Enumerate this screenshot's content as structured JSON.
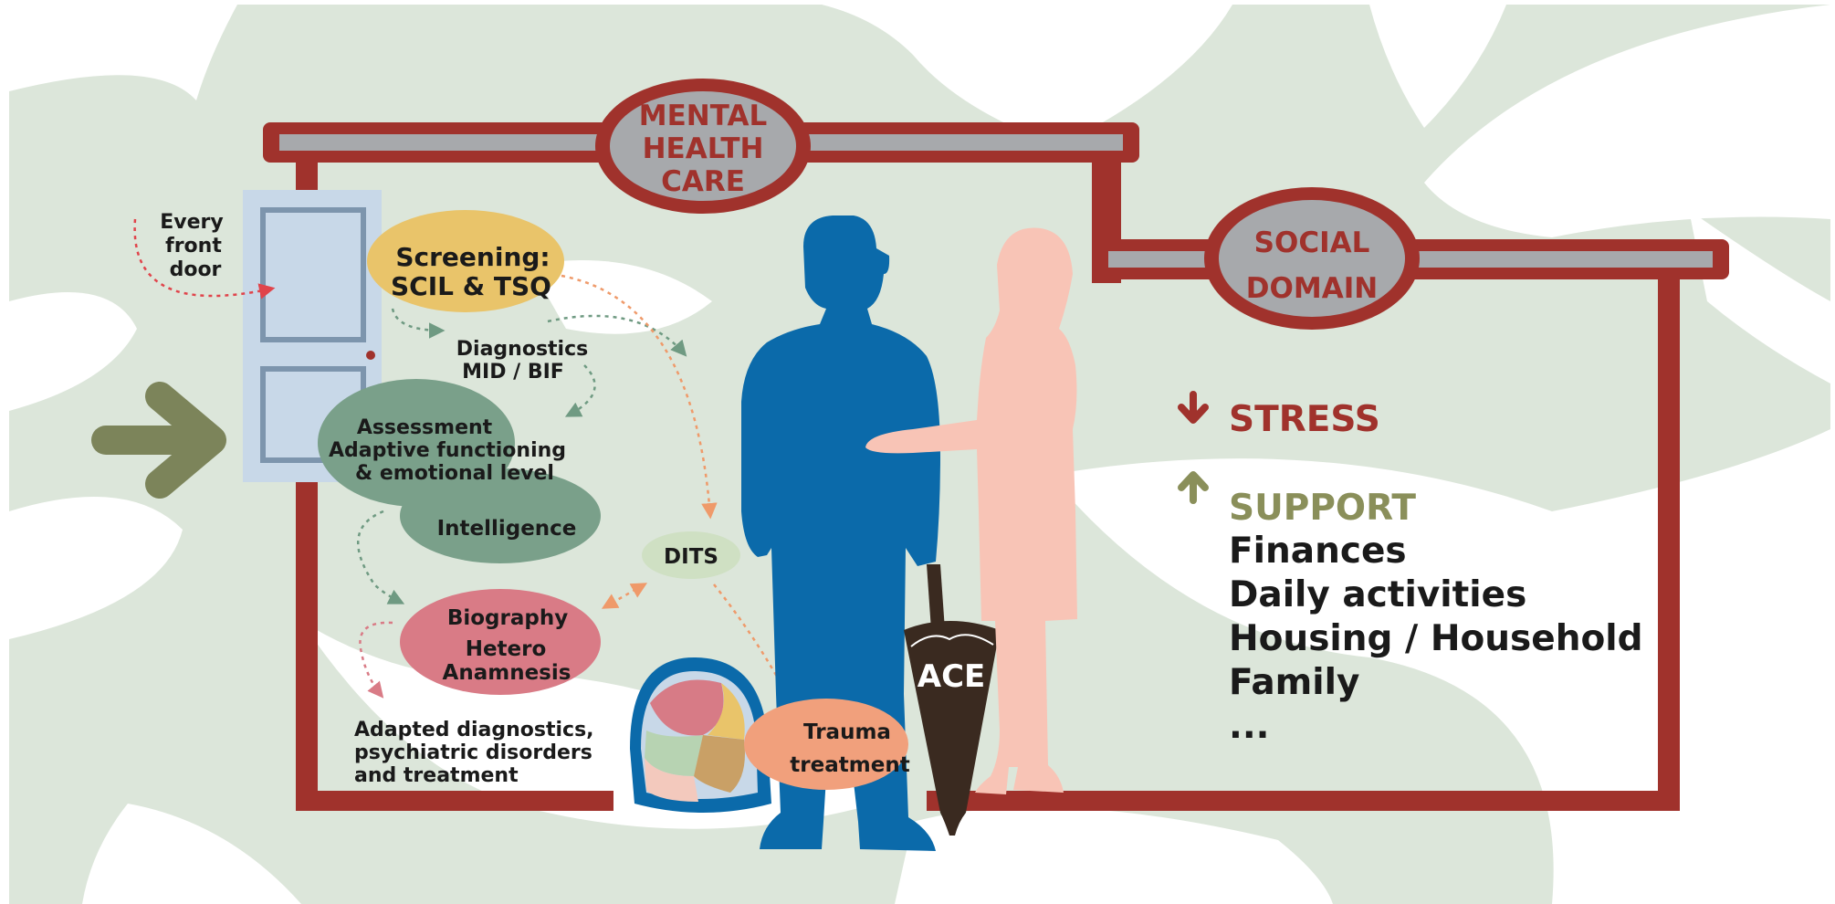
{
  "header": {
    "mental_health_care": [
      "MENTAL",
      "HEALTH",
      "CARE"
    ],
    "social_domain": [
      "SOCIAL",
      "DOMAIN"
    ]
  },
  "door_label": [
    "Every",
    "front",
    "door"
  ],
  "nodes": {
    "screening": [
      "Screening:",
      "SCIL & TSQ"
    ],
    "diagnostics": [
      "Diagnostics",
      "MID / BIF"
    ],
    "assessment": [
      "Assessment",
      "Adaptive functioning",
      "& emotional level"
    ],
    "intelligence": "Intelligence",
    "dits": "DITS",
    "biography": [
      "Biography",
      "Hetero",
      "Anamnesis"
    ],
    "adapted": [
      "Adapted diagnostics,",
      "psychiatric disorders",
      "and treatment"
    ],
    "trauma": [
      "Trauma",
      "treatment"
    ],
    "umbrella": "ACE"
  },
  "social": {
    "stress": "STRESS",
    "support": "SUPPORT",
    "items": [
      "Finances",
      "Daily activities",
      "Housing / Household",
      "Family",
      "..."
    ]
  },
  "colors": {
    "background_blob": "#dce6da",
    "house_frame": "#a0322c",
    "roof_bar": "#a7a9ac",
    "door": "#c8d8e8",
    "screening": "#e9c46a",
    "assessment": "#7aa08a",
    "dits": "#cfe0c3",
    "biography": "#d97b86",
    "trauma": "#f1a07c",
    "person_blue": "#0b6aaa",
    "person_pink": "#f8c4b6",
    "umbrella": "#3a2a20",
    "stress_red": "#a0322c",
    "support_olive": "#8a8f5a",
    "arrow_olive": "#7c845a"
  }
}
